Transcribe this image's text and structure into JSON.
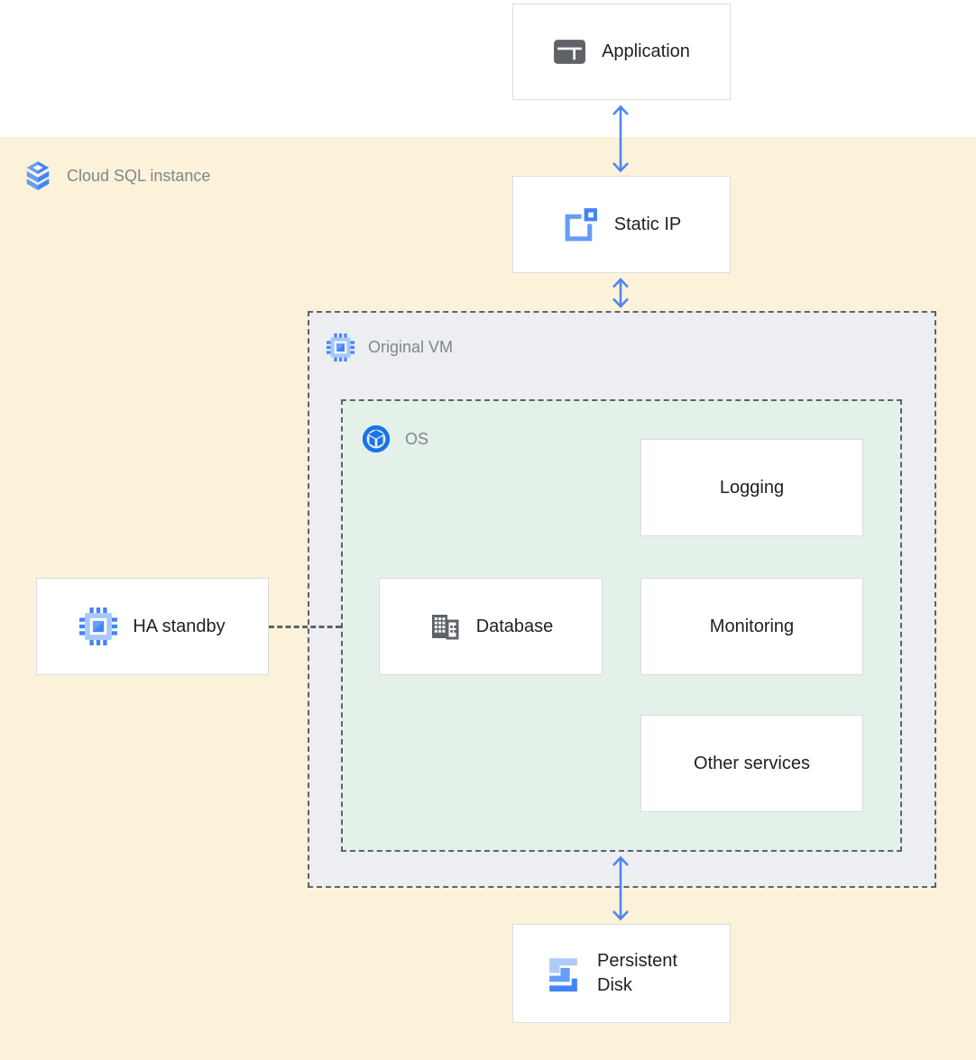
{
  "region": {
    "label": "Cloud SQL instance"
  },
  "containers": {
    "original_vm": {
      "label": "Original VM",
      "icon": "compute-chip-icon"
    },
    "os": {
      "label": "OS",
      "icon": "os-cube-icon"
    }
  },
  "nodes": {
    "application": {
      "label": "Application",
      "icon": "application-window-icon"
    },
    "static_ip": {
      "label": "Static IP",
      "icon": "static-ip-icon"
    },
    "logging": {
      "label": "Logging"
    },
    "database": {
      "label": "Database",
      "icon": "database-building-icon"
    },
    "monitoring": {
      "label": "Monitoring"
    },
    "other_services": {
      "label": "Other services"
    },
    "ha_standby": {
      "label": "HA standby",
      "icon": "compute-chip-icon"
    },
    "persistent_disk": {
      "label": "Persistent Disk",
      "icon": "persistent-disk-icon"
    }
  },
  "connections": [
    {
      "from": "application",
      "to": "static_ip",
      "type": "bidirectional-arrow"
    },
    {
      "from": "static_ip",
      "to": "original_vm",
      "type": "bidirectional-arrow"
    },
    {
      "from": "os",
      "to": "persistent_disk",
      "type": "bidirectional-arrow"
    },
    {
      "from": "ha_standby",
      "to": "os",
      "type": "dashed-line"
    }
  ],
  "colors": {
    "region_background": "#FBF2D9",
    "vm_container_background": "#ECEEF1",
    "os_container_background": "#E4F1E9",
    "node_border": "#DADCE0",
    "dashed_border": "#5F6368",
    "arrow_blue": "#4E86EC",
    "label_gray": "#80868B",
    "text_dark": "#202124",
    "icon_gray": "#5F6368",
    "google_blue": "#4285F4",
    "google_blue_medium": "#669DF6",
    "google_blue_light": "#AECBFA",
    "os_icon_blue": "#1A73E8"
  }
}
